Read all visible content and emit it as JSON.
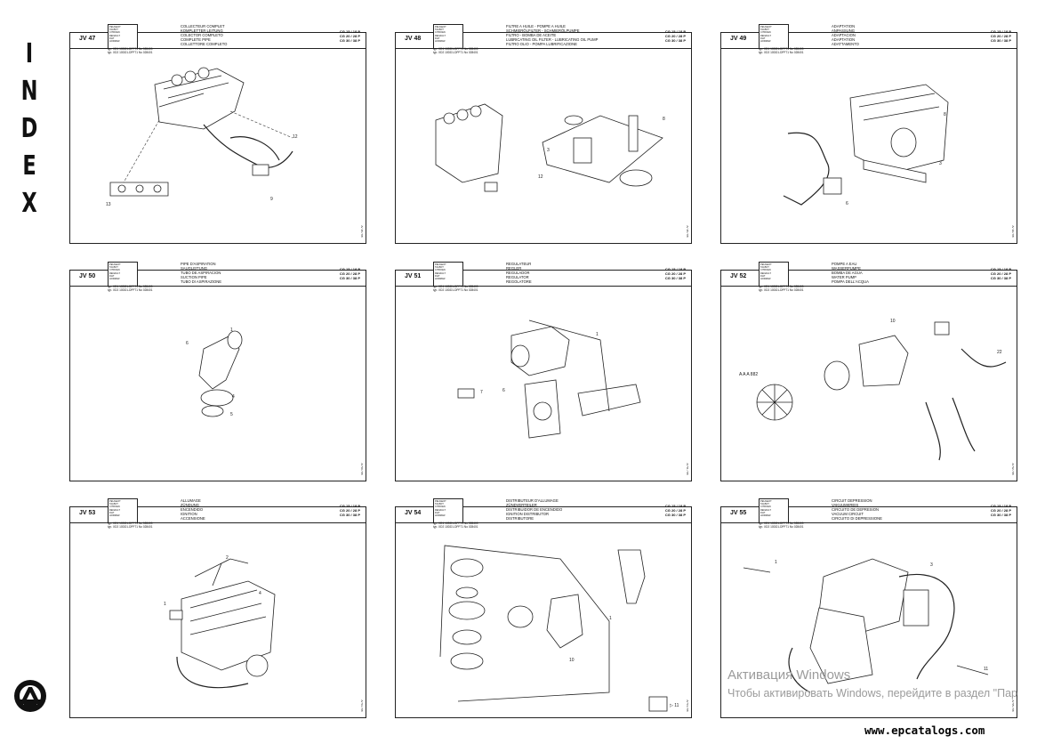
{
  "index_letters": [
    "I",
    "N",
    "D",
    "E",
    "X"
  ],
  "box_lines": [
    "PEUGEOT",
    "TALBOT",
    "CITROEN",
    "RENAULT",
    "FIAT",
    "HORMAR"
  ],
  "meta_lines": [
    "typ. XD1  10DD1-DPF71  No 028400",
    "typ. XD2  10DD1-DPF71  No 028401"
  ],
  "panels": [
    {
      "code": "JV 47",
      "titles": [
        "COLLECTEUR COMPLET",
        "KOMPLETTER LEITUNG",
        "COLECTOR COMPLETO",
        "COMPLETE PIPE",
        "COLLETTORE COMPLETO"
      ],
      "codes": [
        "CG 15 / 18 P",
        "CG 20 / 28 P",
        "CG 30 / 38 P"
      ],
      "foot": "JV 48 / 88"
    },
    {
      "code": "JV 48",
      "titles": [
        "FILTRE A HUILE - POMPE A HUILE",
        "SCHMIERÖLFILTER - SCHMIERÖLPUMPE",
        "FILTRO - BOMBA DE ACEITE",
        "LUBRICATING OIL FILTER - LUBRICATING OIL PUMP",
        "FILTRO OLIO - POMPA LUBRIFICAZIONE"
      ],
      "codes": [
        "CG 15 / 18 P",
        "CG 20 / 28 P",
        "CG 30 / 38 P"
      ],
      "foot": "JV 48 / 88"
    },
    {
      "code": "JV 49",
      "titles": [
        "ADAPTATION",
        "ANPASSUNG",
        "ADAPTACION",
        "ADAPTATION",
        "ADATTAMENTO"
      ],
      "codes": [
        "CG 15 / 18 P",
        "CG 20 / 28 P",
        "CG 30 / 38 P"
      ],
      "foot": "JV 49 / 88"
    },
    {
      "code": "JV 50",
      "titles": [
        "PIPE D'ASPIRATION",
        "SAUGLEITUNG",
        "TUBO DE ASPIRACION",
        "SUCTION PIPE",
        "TUBO DI ASPIRAZIONE"
      ],
      "codes": [
        "CG 15 / 18 P",
        "CG 20 / 28 P",
        "CG 30 / 38 P"
      ],
      "foot": "JV 50 / 88"
    },
    {
      "code": "JV 51",
      "titles": [
        "REGULATEUR",
        "REGLER",
        "REGULADOR",
        "REGULATOR",
        "REGOLATORE"
      ],
      "codes": [
        "CG 15 / 18 P",
        "CG 20 / 28 P",
        "CG 30 / 38 P"
      ],
      "foot": "JV 51 / 88"
    },
    {
      "code": "JV 52",
      "titles": [
        "POMPE A EAU",
        "WASSERPUMPE",
        "BOMBA DE AGUA",
        "WATER PUMP",
        "POMPA DELL'ACQUA"
      ],
      "codes": [
        "CG 15 / 18 P",
        "CG 20 / 28 P",
        "CG 30 / 38 P"
      ],
      "foot": "JV 52 / 88"
    },
    {
      "code": "JV 53",
      "titles": [
        "ALLUMAGE",
        "ZÜNDUNG",
        "ENCENDIDO",
        "IGNITION",
        "ACCENSIONE"
      ],
      "codes": [
        "CG 15 / 18 P",
        "CG 20 / 28 P",
        "CG 30 / 38 P"
      ],
      "foot": "JV 53 / 88"
    },
    {
      "code": "JV 54",
      "titles": [
        "DISTRIBUTEUR D'ALLUMAGE",
        "ZÜNDVERTEILER",
        "DISTRIBUIDOR DE ENCENDIDO",
        "IGNITION DISTRIBUTOR",
        "DISTRIBUTORE"
      ],
      "codes": [
        "CG 15 / 18 P",
        "CG 20 / 28 P",
        "CG 30 / 38 P"
      ],
      "foot": "JV 54 / 88"
    },
    {
      "code": "JV 55",
      "titles": [
        "CIRCUIT DEPRESSION",
        "VAKUUMKREIS",
        "CIRCUITO DE DEPRESION",
        "VACUUM CIRCUIT",
        "CIRCUITO DI DEPRESSIONE"
      ],
      "codes": [
        "CG 15 / 18 P",
        "CG 20 / 28 P",
        "CG 30 / 38 P"
      ],
      "foot": "JV 55 / 88"
    }
  ],
  "watermark": {
    "line1": "Активация Windows",
    "line2": "Чтобы активировать Windows, перейдите в раздел \"Пар"
  },
  "site_url": "www.epcatalogs.com",
  "icons": {
    "logo": "brand-logo-icon"
  }
}
